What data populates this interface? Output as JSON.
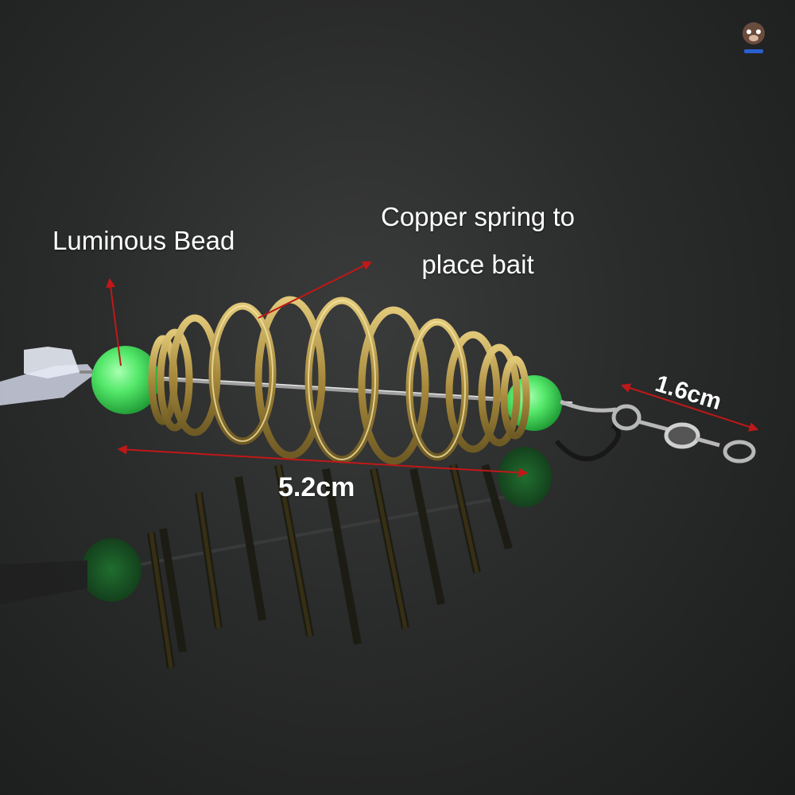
{
  "labels": {
    "bead": "Luminous Bead",
    "spring_line1": "Copper spring to",
    "spring_line2": "place bait",
    "length": "5.2cm",
    "diameter": "1.6cm"
  },
  "colors": {
    "arrow": "#c01818",
    "copper": "#b89a45",
    "bead": "#54e86a",
    "background": "#2a2b2b"
  },
  "icons": {
    "brand": "mascot-logo-icon"
  }
}
